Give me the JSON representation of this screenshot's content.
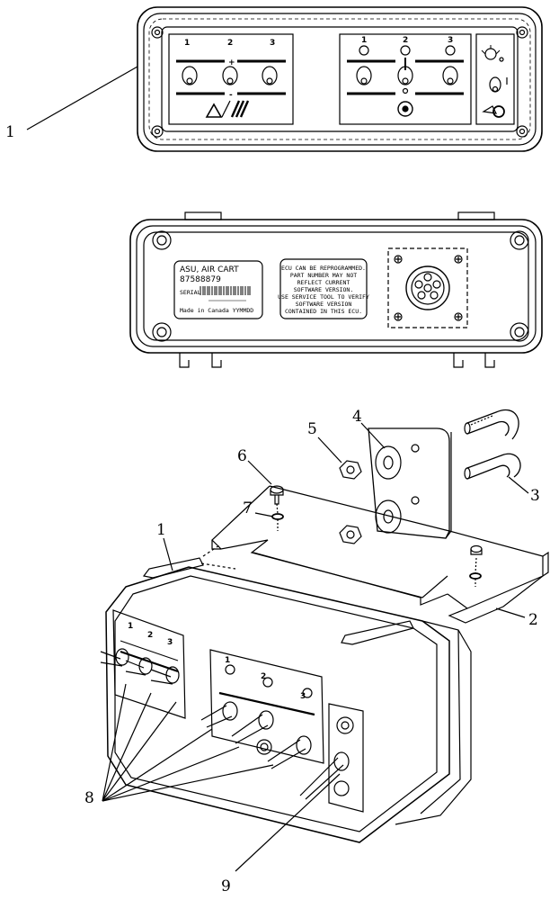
{
  "callouts": {
    "c1_top": "1",
    "c1_bottom": "1",
    "c2": "2",
    "c3": "3",
    "c4": "4",
    "c5": "5",
    "c6": "6",
    "c7": "7",
    "c8": "8",
    "c9": "9"
  },
  "front_panel": {
    "left_numbers": [
      "1",
      "2",
      "3"
    ],
    "right_numbers": [
      "1",
      "2",
      "3"
    ],
    "plus_sign": "+",
    "minus_sign": "-"
  },
  "back_panel": {
    "id_label": {
      "line1": "ASU, AIR CART",
      "line2": "87588879",
      "serial": "SERIAL",
      "made": "Made in Canada YYMMDD"
    },
    "notice": {
      "line1": "ECU CAN BE REPROGRAMMED.",
      "line2": "PART NUMBER MAY NOT",
      "line3": "REFLECT CURRENT",
      "line4": "SOFTWARE VERSION.",
      "line5": "USE SERVICE TOOL TO VERIFY",
      "line6": "SOFTWARE VERSION",
      "line7": "CONTAINED IN THIS ECU."
    }
  },
  "exploded": {
    "left_numbers": [
      "1",
      "2",
      "3"
    ],
    "right_numbers": [
      "1",
      "2",
      "3"
    ]
  }
}
